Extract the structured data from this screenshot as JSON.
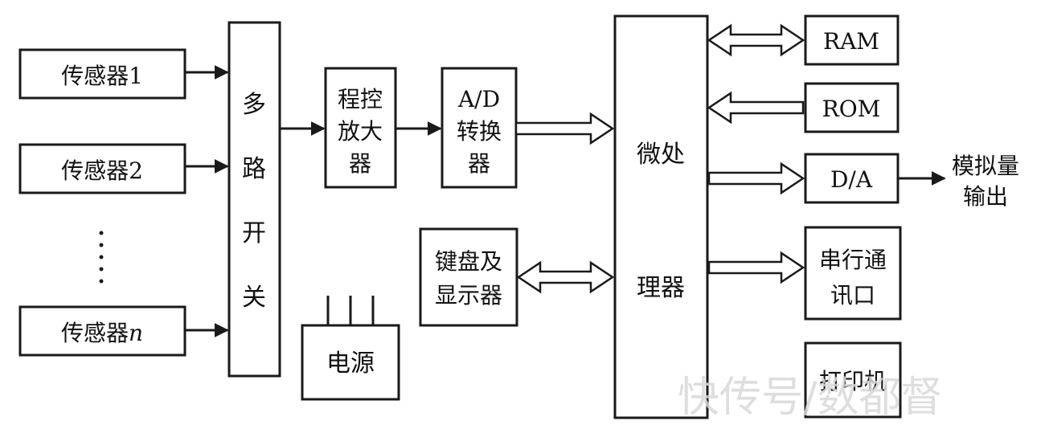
{
  "blocks": {
    "sensor1": "传感器1",
    "sensor2": "传感器2",
    "sensorn_prefix": "传感器",
    "sensorn_suffix": "n",
    "mux": [
      "多",
      "路",
      "开",
      "关"
    ],
    "amp": [
      "程控",
      "放大",
      "器"
    ],
    "adc": [
      "A/D",
      "转换",
      "器"
    ],
    "power": "电源",
    "keyboard": [
      "键盘及",
      "显示器"
    ],
    "cpu_top": "微处",
    "cpu_bottom": "理器",
    "ram": "RAM",
    "rom": "ROM",
    "da": "D/A",
    "serial": [
      "串行通",
      "讯口"
    ],
    "printer": "打印机"
  },
  "output_label": [
    "模拟量",
    "输出"
  ],
  "watermark": "快传号/数都督"
}
